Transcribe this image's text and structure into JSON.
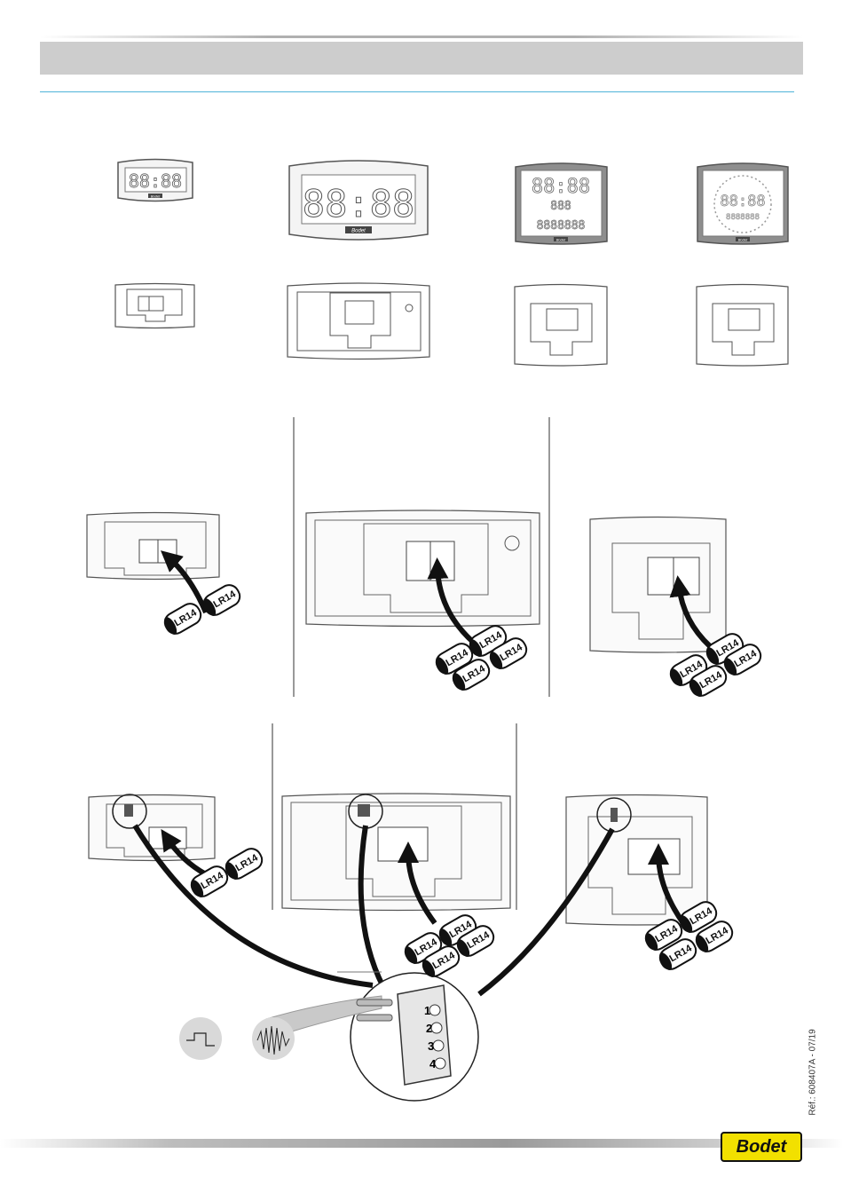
{
  "clock": {
    "time": "88:88",
    "date": "888",
    "long": "8888888",
    "brand_small": "Bodet"
  },
  "battery": {
    "label": "LR14"
  },
  "terminal": {
    "t1": "1",
    "t2": "2",
    "t3": "3",
    "t4": "4"
  },
  "footer": {
    "reference": "Réf.: 608407A - 07/19",
    "brand": "Bodet"
  },
  "colors": {
    "title_bar": "#cdcdcd",
    "rule": "#4fb3d9",
    "logo": "#f2e000"
  }
}
